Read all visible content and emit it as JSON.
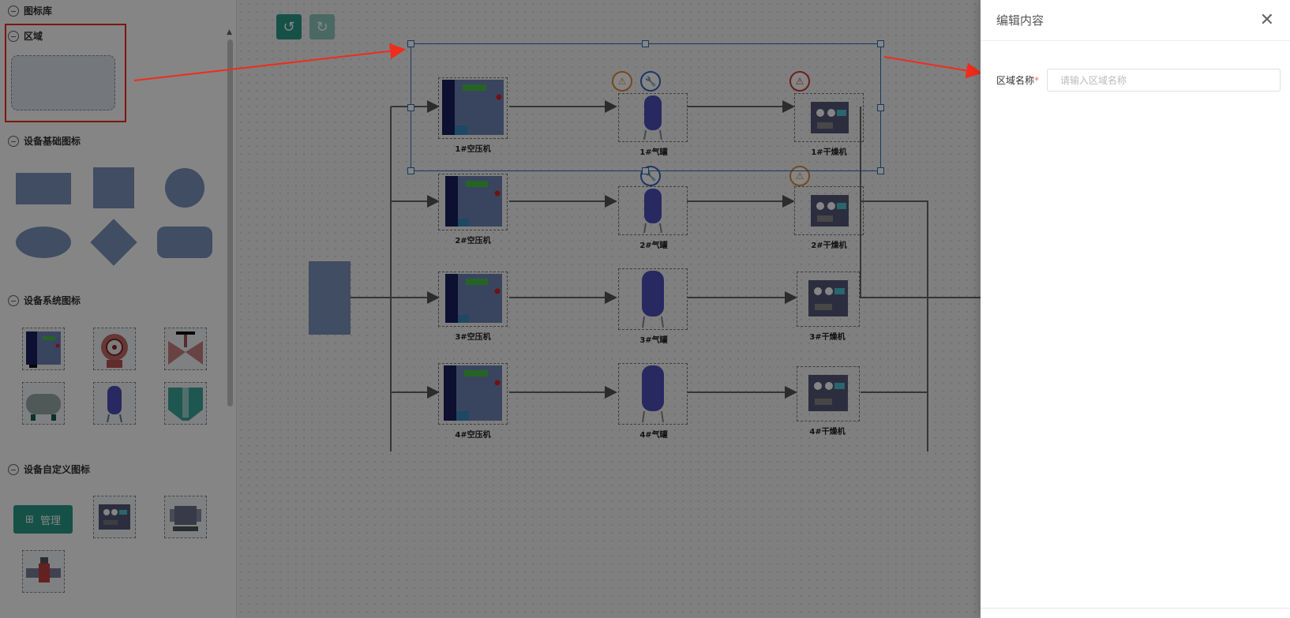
{
  "sidebar": {
    "library_title": "图标库",
    "region_title": "区域",
    "basic_title": "设备基础图标",
    "system_title": "设备系统图标",
    "custom_title": "设备自定义图标",
    "manage_label": "管理"
  },
  "toolbar": {
    "undo_icon": "undo-icon",
    "redo_icon": "redo-icon"
  },
  "canvas": {
    "rows": [
      {
        "compressor": "1#空压机",
        "tank": "1#气罐",
        "dryer": "1#干燥机"
      },
      {
        "compressor": "2#空压机",
        "tank": "2#气罐",
        "dryer": "2#干燥机"
      },
      {
        "compressor": "3#空压机",
        "tank": "3#气罐",
        "dryer": "3#干燥机"
      },
      {
        "compressor": "4#空压机",
        "tank": "4#气罐",
        "dryer": "4#干燥机"
      }
    ]
  },
  "drawer": {
    "title": "编辑内容",
    "field_label": "区域名称",
    "required_mark": "*",
    "field_placeholder": "请输入区域名称",
    "field_value": ""
  },
  "colors": {
    "accent": "#2b9c8a",
    "annotation": "#f02c1c",
    "selection": "#2c6fb6",
    "shape": "#7b95bd"
  }
}
